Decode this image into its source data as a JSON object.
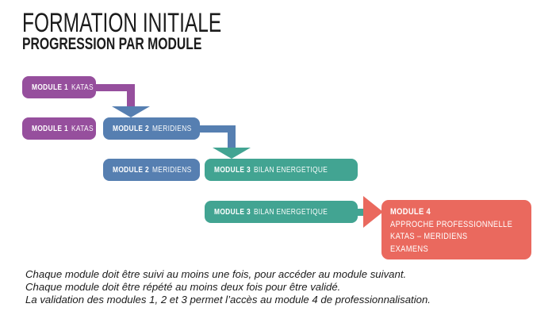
{
  "header": {
    "title": "FORMATION INITIALE",
    "subtitle": "PROGRESSION PAR MODULE"
  },
  "colors": {
    "module1": "#964f9d",
    "module2": "#567fb1",
    "module3": "#42a492",
    "module4": "#ea695e",
    "ink": "#1b1b1b",
    "background": "#ffffff"
  },
  "modules": {
    "m1": {
      "name": "MODULE 1",
      "topic": "KATAS"
    },
    "m2": {
      "name": "MODULE 2",
      "topic": "MERIDIENS"
    },
    "m3": {
      "name": "MODULE 3",
      "topic": "BILAN ENERGETIQUE"
    },
    "m4": {
      "name": "MODULE 4",
      "lines": [
        "APPROCHE PROFESSIONNELLE",
        "KATAS – MERIDIENS",
        "EXAMENS"
      ]
    }
  },
  "footer": {
    "lines": [
      "Chaque module doit être suivi au moins une fois, pour accéder au module suivant.",
      "Chaque module doit être répété au moins deux fois pour être validé.",
      "La validation des modules 1, 2 et 3 permet l’accès au module 4 de professionnalisation."
    ]
  }
}
